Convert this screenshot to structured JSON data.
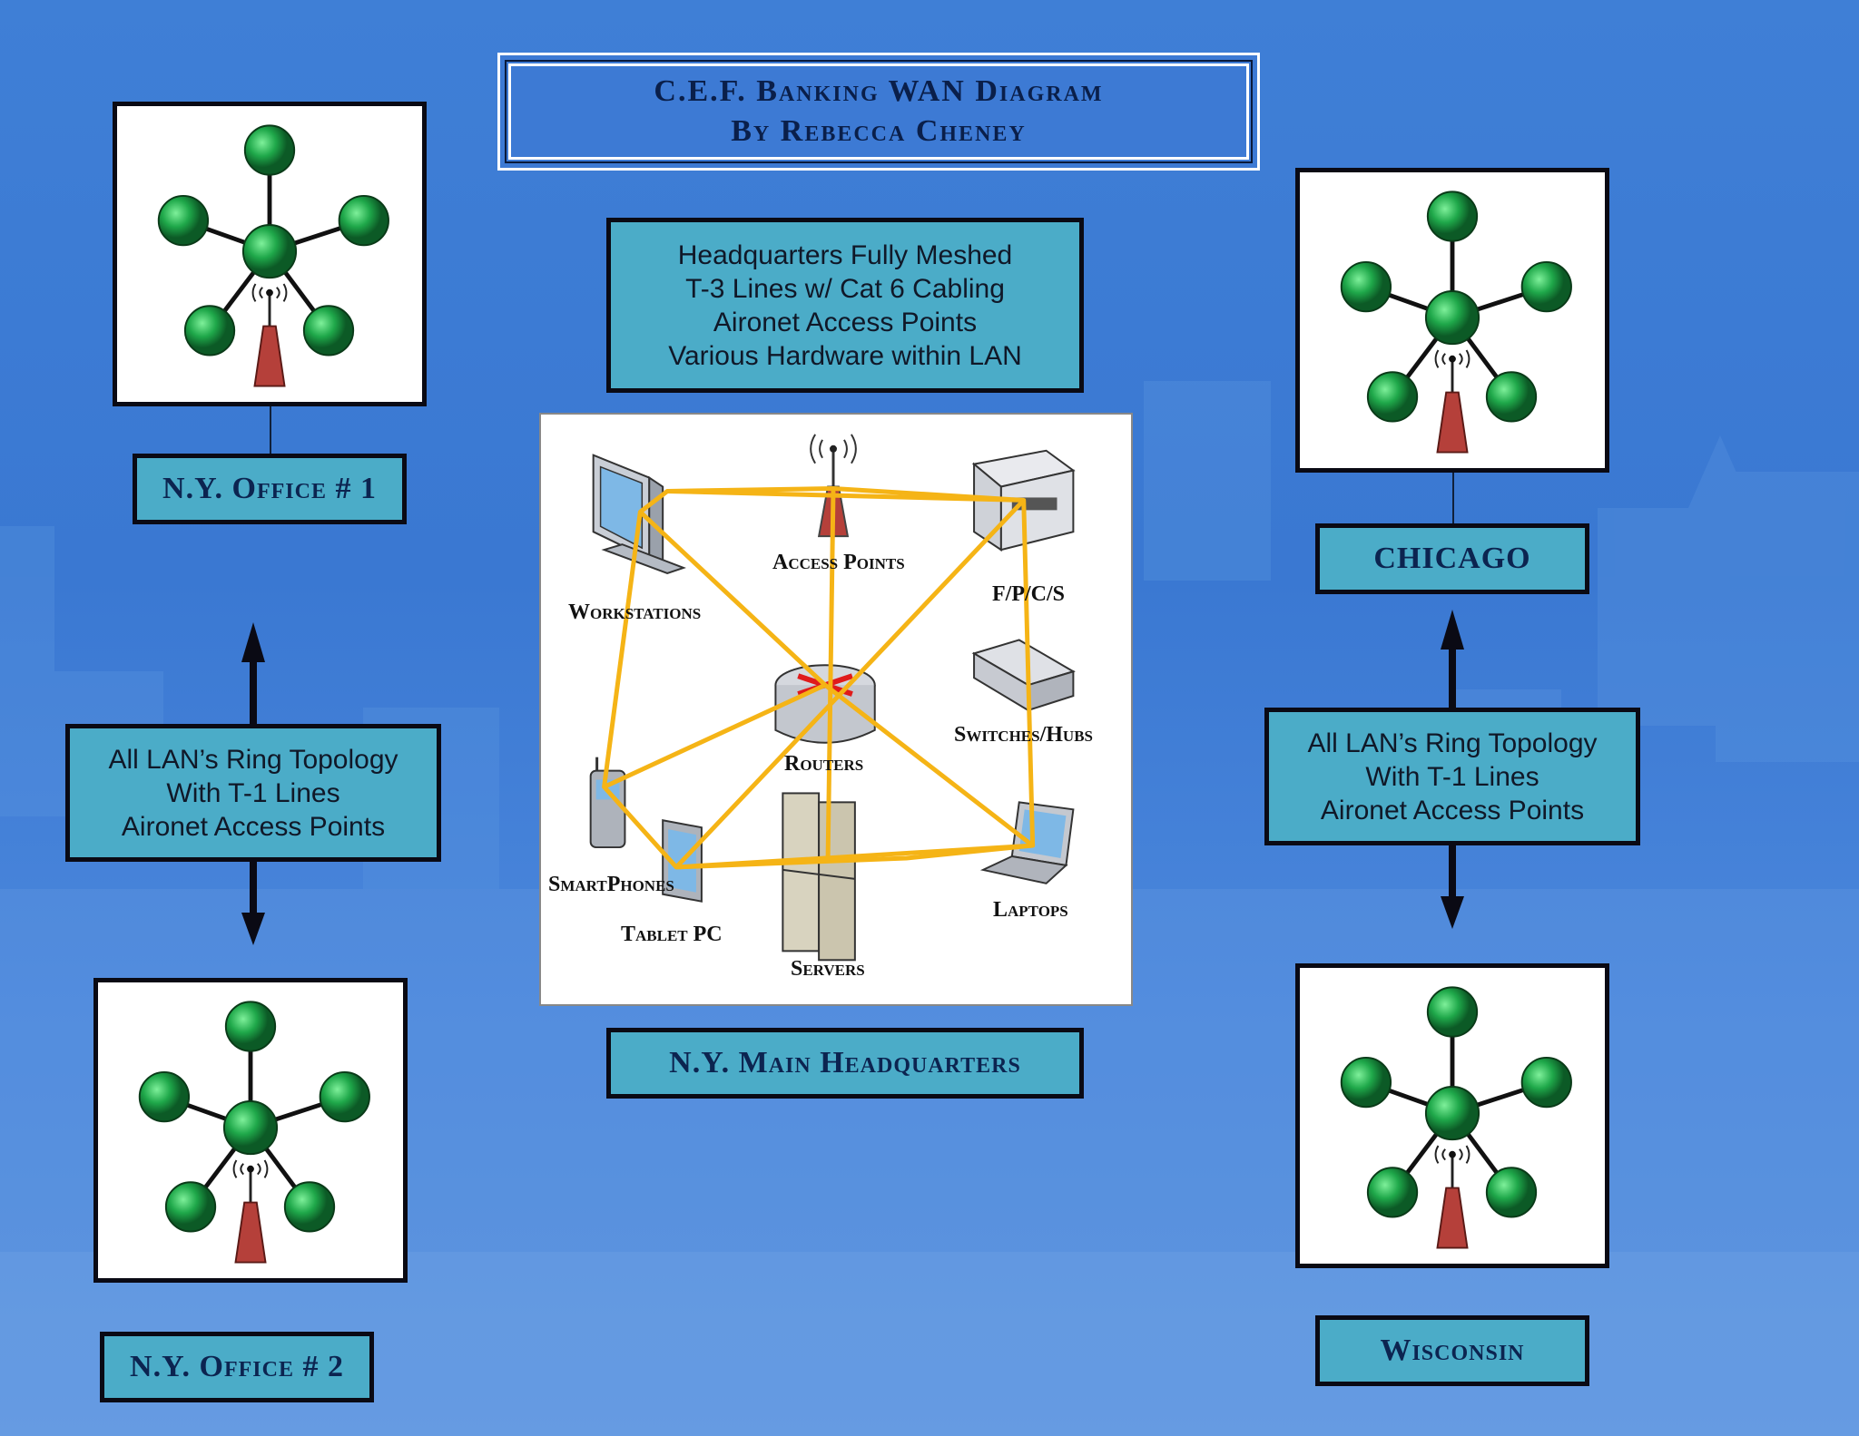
{
  "title": {
    "line1": "C.E.F. Banking WAN Diagram",
    "line2": "By Rebecca Cheney"
  },
  "hq_info": [
    "Headquarters Fully Meshed",
    "T-3 Lines w/ Cat 6 Cabling",
    "Aironet Access Points",
    "Various Hardware within LAN"
  ],
  "lan_info_left": [
    "All LAN’s Ring Topology",
    "With T-1 Lines",
    "Aironet Access Points"
  ],
  "lan_info_right": [
    "All LAN’s Ring Topology",
    "With T-1 Lines",
    "Aironet Access Points"
  ],
  "sites": {
    "ny_office_1": "N.Y. Office # 1",
    "ny_office_2": "N.Y. Office # 2",
    "chicago": "CHICAGO",
    "wisconsin": "Wisconsin",
    "ny_main_hq": "N.Y. Main Headquarters"
  },
  "hq_devices": {
    "workstations": "Workstations",
    "access_points": "Access Points",
    "fpcs": "F/P/C/S",
    "switches_hubs": "Switches/Hubs",
    "routers": "Routers",
    "smartphones": "SmartPhones",
    "tablet_pc": "Tablet PC",
    "servers": "Servers",
    "laptops": "Laptops"
  },
  "colors": {
    "background": "#3f7fd6",
    "box_fill": "#4bacc8",
    "node_green": "#1fa84a",
    "antenna_red": "#b5403a",
    "mesh_line": "#f5b416"
  },
  "icons": [
    "star-topology-icon",
    "wireless-antenna-icon",
    "arrow-up-icon",
    "arrow-down-icon",
    "workstation-icon",
    "printer-icon",
    "switch-icon",
    "router-icon",
    "server-icon",
    "laptop-icon",
    "smartphone-icon",
    "tablet-icon"
  ]
}
